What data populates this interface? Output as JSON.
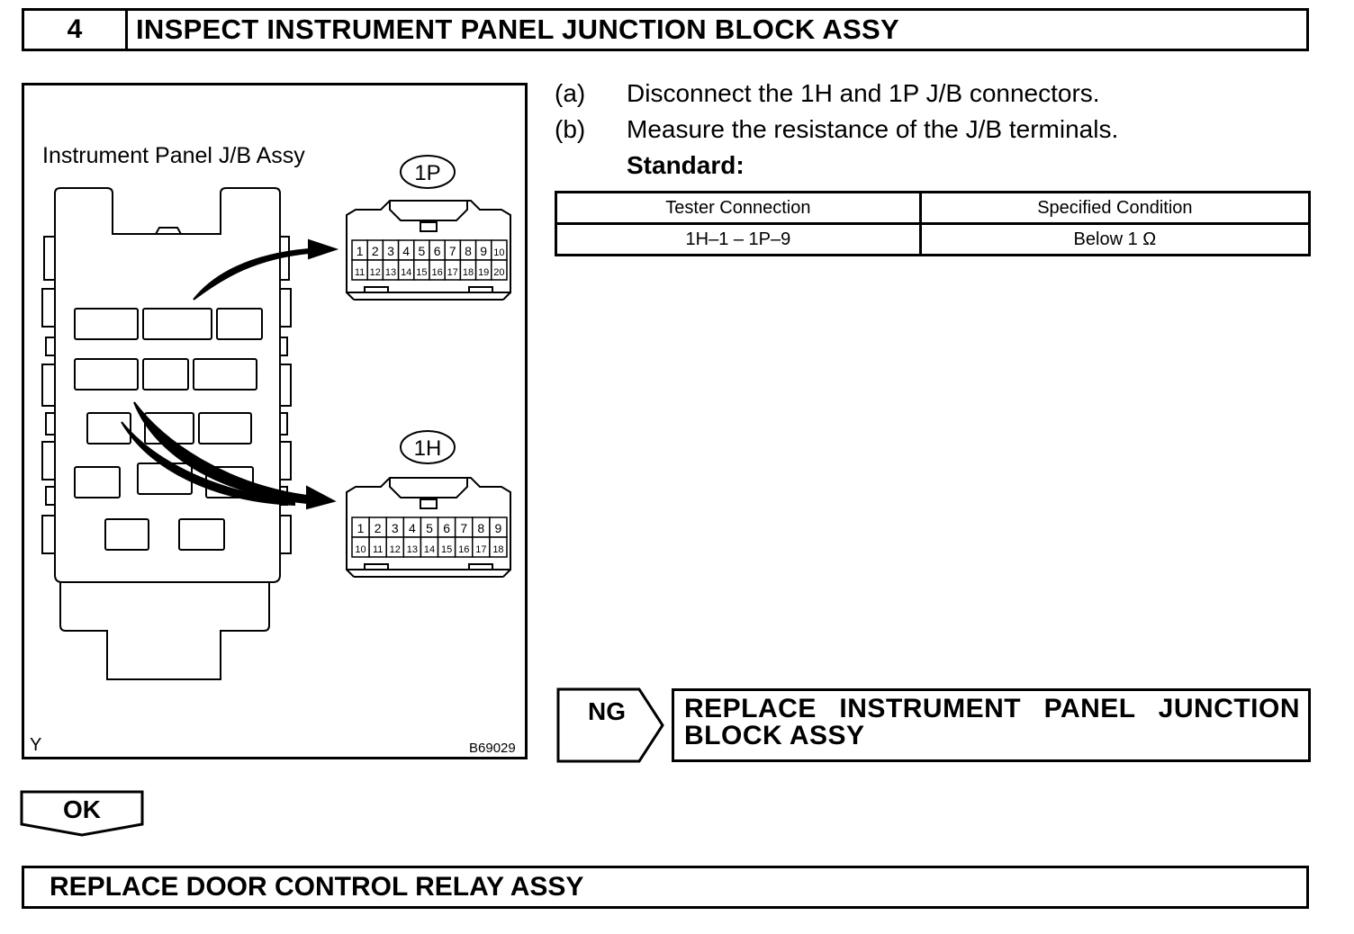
{
  "step": {
    "number": "4",
    "title": "INSPECT INSTRUMENT PANEL JUNCTION BLOCK ASSY"
  },
  "illustration": {
    "title": "Instrument Panel J/B Assy",
    "connector_1p": {
      "label": "1P",
      "row1": [
        "1",
        "2",
        "3",
        "4",
        "5",
        "6",
        "7",
        "8",
        "9",
        "10"
      ],
      "row2": [
        "11",
        "12",
        "13",
        "14",
        "15",
        "16",
        "17",
        "18",
        "19",
        "20"
      ]
    },
    "connector_1h": {
      "label": "1H",
      "row1": [
        "1",
        "2",
        "3",
        "4",
        "5",
        "6",
        "7",
        "8",
        "9"
      ],
      "row2": [
        "10",
        "11",
        "12",
        "13",
        "14",
        "15",
        "16",
        "17",
        "18"
      ]
    },
    "corner_letter": "Y",
    "figure_code": "B69029"
  },
  "instructions": [
    {
      "letter": "(a)",
      "text": "Disconnect the 1H and 1P J/B connectors."
    },
    {
      "letter": "(b)",
      "text": "Measure the resistance of the J/B terminals."
    }
  ],
  "standard_label": "Standard:",
  "table": {
    "headers": [
      "Tester Connection",
      "Specified Condition"
    ],
    "rows": [
      [
        "1H–1 – 1P–9",
        "Below 1 Ω"
      ]
    ]
  },
  "ng": {
    "label": "NG",
    "text": "REPLACE INSTRUMENT PANEL JUNCTION BLOCK ASSY"
  },
  "ok": {
    "label": "OK"
  },
  "bottom": {
    "text": "REPLACE DOOR CONTROL RELAY ASSY"
  }
}
